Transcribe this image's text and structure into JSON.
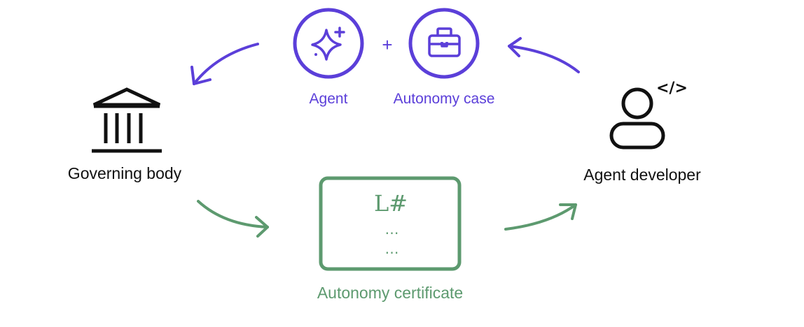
{
  "nodes": {
    "agent": {
      "label": "Agent",
      "icon": "sparkles-icon"
    },
    "plus": "+",
    "autonomy_case": {
      "label": "Autonomy case",
      "icon": "briefcase-icon"
    },
    "governing_body": {
      "label": "Governing body",
      "icon": "institution-building-icon"
    },
    "agent_developer": {
      "label": "Agent developer",
      "icon": "developer-person-icon",
      "code_tag": "</>"
    },
    "autonomy_certificate": {
      "label": "Autonomy certificate",
      "level": "L#",
      "line1": "…",
      "line2": "…"
    }
  },
  "colors": {
    "submission": "#5b3fd9",
    "certification": "#5d9a6f",
    "entity": "#111111"
  }
}
